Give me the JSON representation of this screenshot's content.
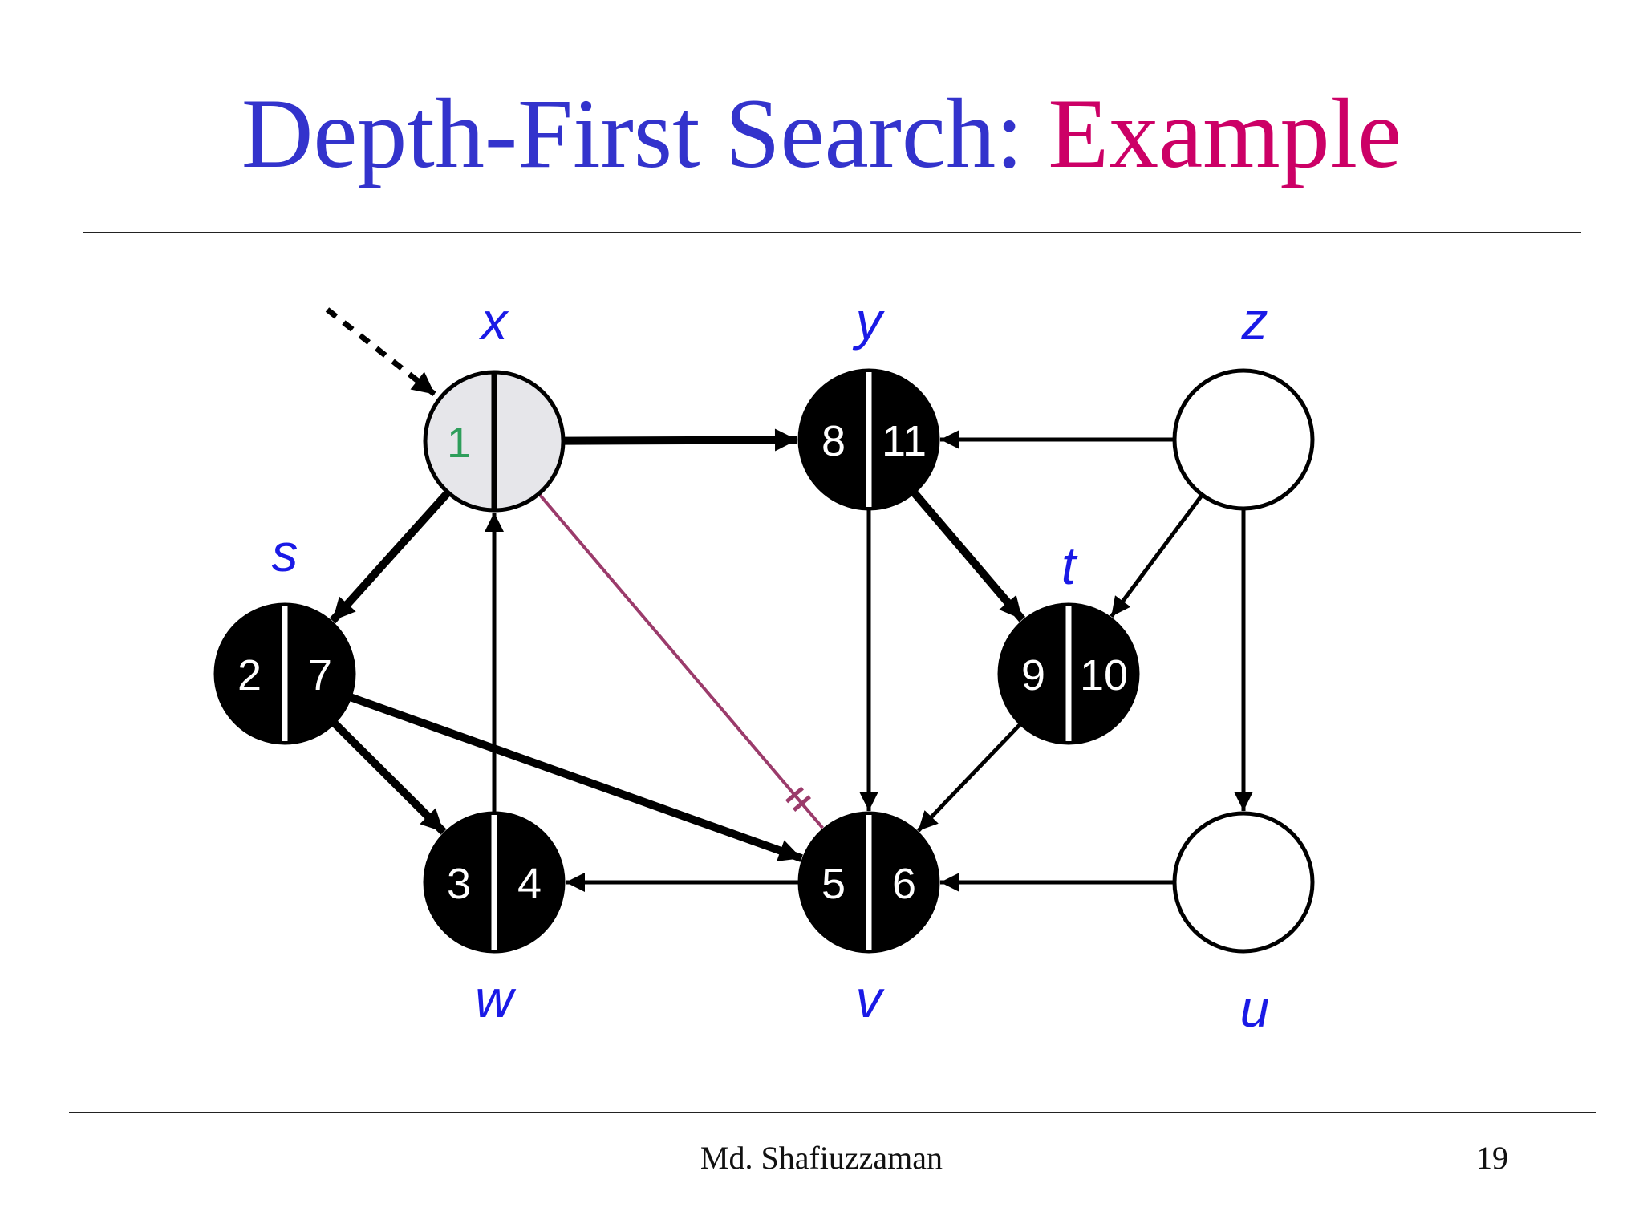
{
  "title": {
    "main": "Depth-First Search: ",
    "accent": "Example"
  },
  "footer": {
    "author": "Md. Shafiuzzaman",
    "page": "19"
  },
  "colors": {
    "title_main": "#3333cc",
    "title_accent": "#cc0066",
    "vertex_label": "#1a1ae6",
    "discovered_number": "#2e9e5b",
    "cross_edge": "#9b3b6b",
    "gray_vertex": "#e6e6ea",
    "black_vertex": "#000000",
    "white_vertex": "#ffffff"
  },
  "vertices": {
    "x": {
      "label": "x",
      "state": "gray",
      "d": "1",
      "f": ""
    },
    "y": {
      "label": "y",
      "state": "black",
      "d": "8",
      "f": "11"
    },
    "z": {
      "label": "z",
      "state": "white",
      "d": "",
      "f": ""
    },
    "s": {
      "label": "s",
      "state": "black",
      "d": "2",
      "f": "7"
    },
    "t": {
      "label": "t",
      "state": "black",
      "d": "9",
      "f": "10"
    },
    "w": {
      "label": "w",
      "state": "black",
      "d": "3",
      "f": "4"
    },
    "v": {
      "label": "v",
      "state": "black",
      "d": "5",
      "f": "6"
    },
    "u": {
      "label": "u",
      "state": "white",
      "d": "",
      "f": ""
    }
  },
  "edges": [
    {
      "from": "x",
      "to": "y",
      "kind": "tree"
    },
    {
      "from": "x",
      "to": "s",
      "kind": "tree"
    },
    {
      "from": "s",
      "to": "w",
      "kind": "tree"
    },
    {
      "from": "s",
      "to": "v",
      "kind": "tree"
    },
    {
      "from": "y",
      "to": "t",
      "kind": "tree"
    },
    {
      "from": "w",
      "to": "x",
      "kind": "normal"
    },
    {
      "from": "v",
      "to": "w",
      "kind": "normal"
    },
    {
      "from": "y",
      "to": "v",
      "kind": "normal"
    },
    {
      "from": "t",
      "to": "v",
      "kind": "normal"
    },
    {
      "from": "z",
      "to": "y",
      "kind": "normal"
    },
    {
      "from": "z",
      "to": "t",
      "kind": "normal"
    },
    {
      "from": "z",
      "to": "u",
      "kind": "normal"
    },
    {
      "from": "u",
      "to": "v",
      "kind": "normal"
    },
    {
      "from": "x",
      "to": "v",
      "kind": "crossed"
    }
  ],
  "start_marker": {
    "points_to": "x",
    "style": "dashed-arrow"
  }
}
